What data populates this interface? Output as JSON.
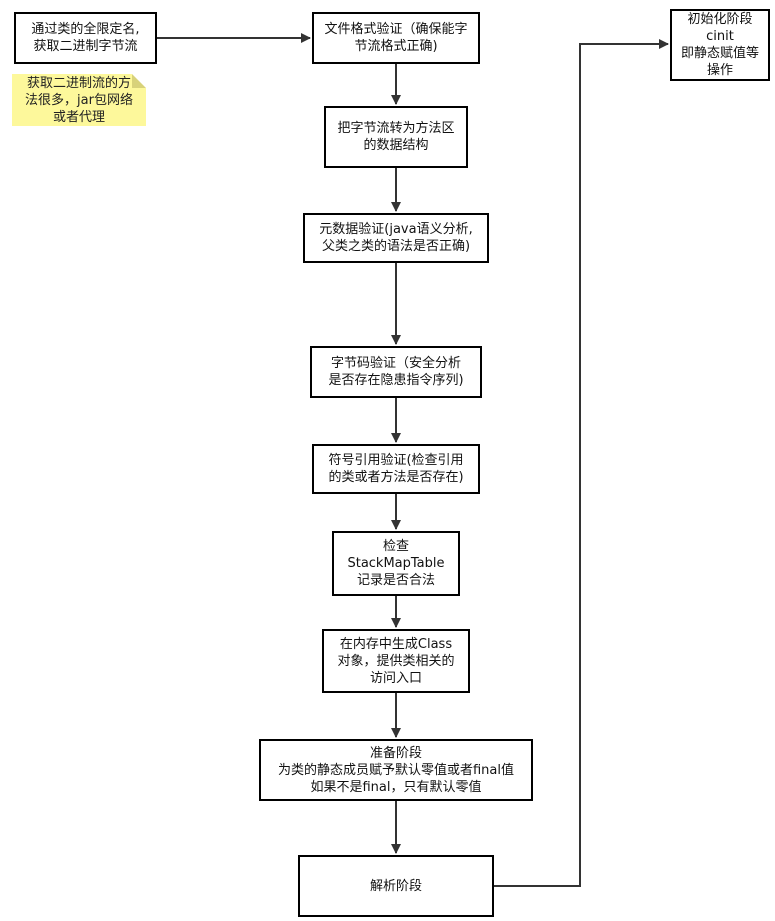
{
  "nodes": {
    "get_bytes": [
      "通过类的全限定名,",
      "获取二进制字节流"
    ],
    "file_format": [
      "文件格式验证（确保能字",
      "节流格式正确)"
    ],
    "to_method_area": [
      "把字节流转为方法区",
      "的数据结构"
    ],
    "metadata_verify": [
      "元数据验证(java语义分析,",
      "父类之类的语法是否正确)"
    ],
    "bytecode_verify": [
      "字节码验证（安全分析",
      "是否存在隐患指令序列)"
    ],
    "symbol_verify": [
      "符号引用验证(检查引用",
      "的类或者方法是否存在)"
    ],
    "stackmap": [
      "检查",
      "StackMapTable",
      "记录是否合法"
    ],
    "class_object": [
      "在内存中生成Class",
      "对象，提供类相关的",
      "访问入口"
    ],
    "prepare": [
      "准备阶段",
      "为类的静态成员赋予默认零值或者final值",
      "如果不是final，只有默认零值"
    ],
    "resolve": [
      "解析阶段"
    ],
    "init": [
      "初始化阶段",
      "cinit",
      "即静态赋值等",
      "操作"
    ]
  },
  "note": [
    "获取二进制流的方",
    "法很多，jar包网络",
    "或者代理"
  ],
  "colors": {
    "note_bg": "#fdf89b",
    "line": "#333333",
    "border": "#000000"
  }
}
